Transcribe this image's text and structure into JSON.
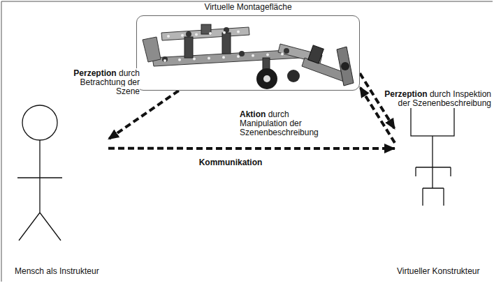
{
  "diagram": {
    "nodes": [
      {
        "text": [
          "Virtuelle Montagefläche"
        ]
      },
      {
        "text": [
          "Mensch als Instrukteur"
        ]
      },
      {
        "text": [
          "Virtueller Konstrukteur"
        ]
      }
    ],
    "edges": [
      {
        "from": 0,
        "to": 1,
        "arrow": "to",
        "label": "Perzeption durch Betrachtung der Szene"
      },
      {
        "from": 2,
        "to": 0,
        "arrow": "to",
        "label": "Aktion durch Manipulation der Szenenbeschreibung"
      },
      {
        "from": 0,
        "to": 2,
        "arrow": "to",
        "label": "Perzeption durch Inspektion der Szenenbeschreibung"
      },
      {
        "from": 1,
        "to": 2,
        "arrow": "to",
        "label": "Kommunikation"
      }
    ]
  }
}
